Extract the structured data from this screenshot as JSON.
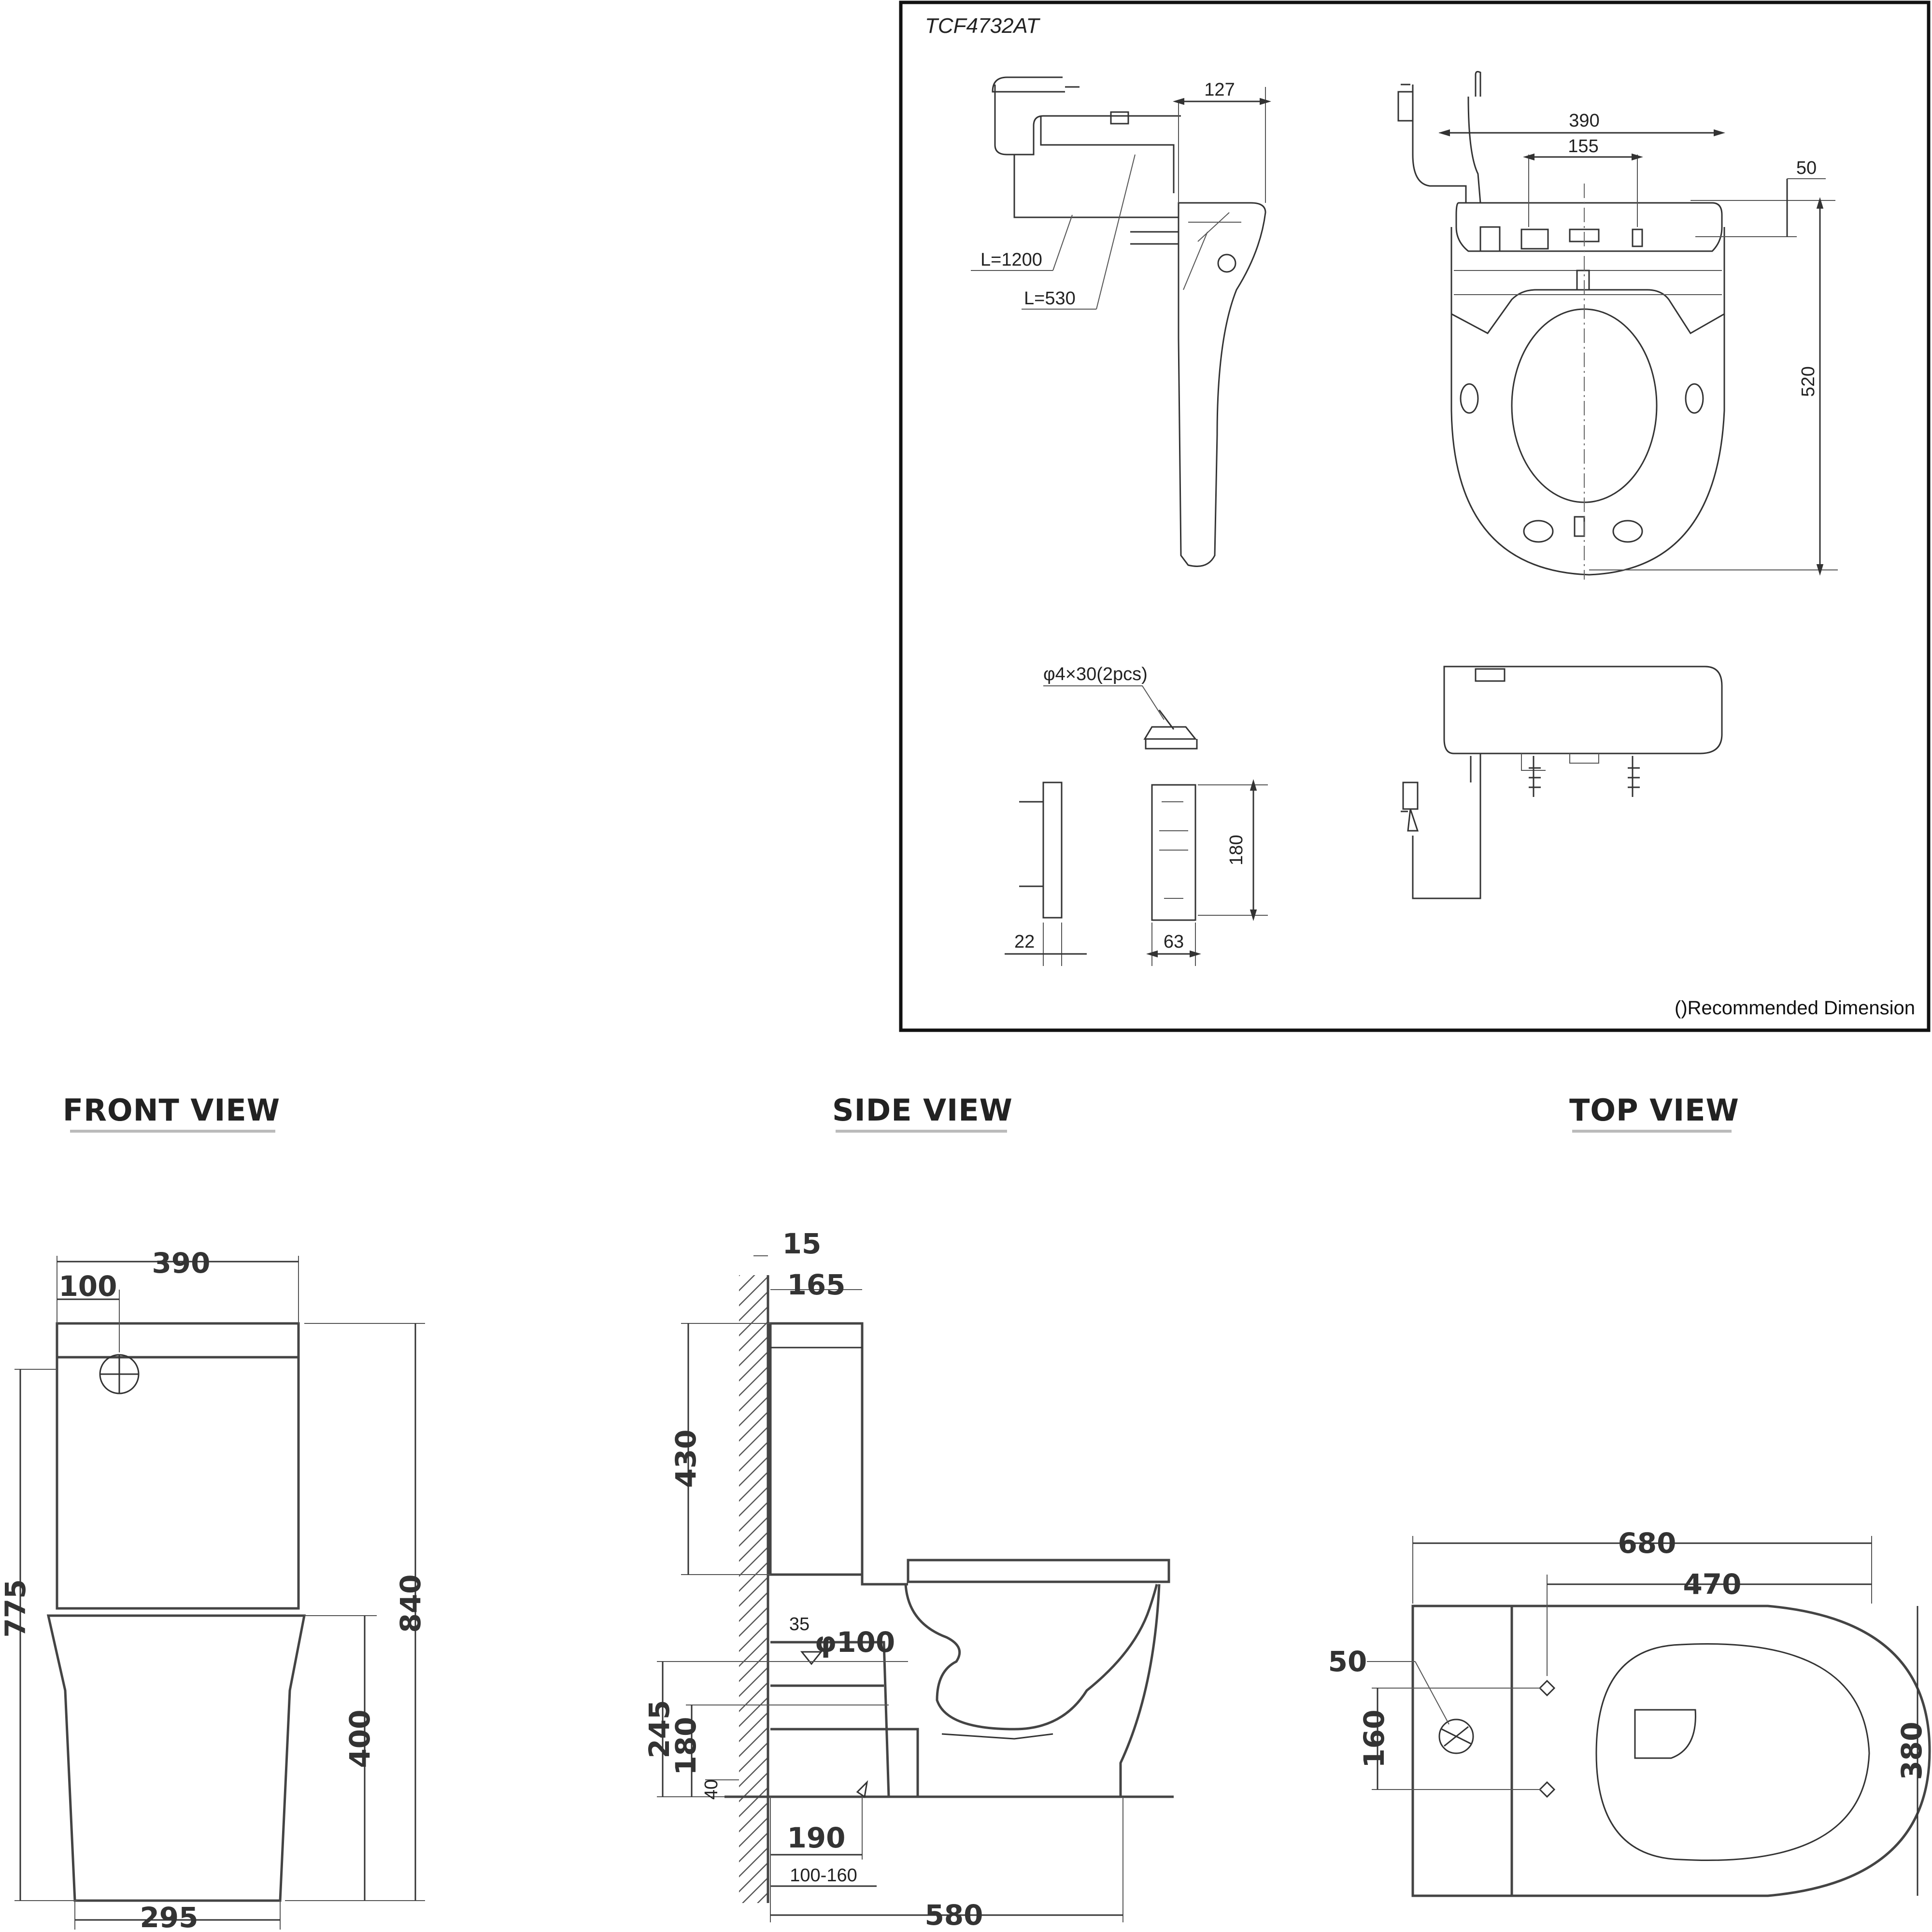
{
  "accessory_panel": {
    "model": "TCF4732AT",
    "note": "()Recommended Dimension",
    "side_view": {
      "depth": "127",
      "cord_long": "L=1200",
      "cord_short": "L=530"
    },
    "top_view": {
      "width": "390",
      "centre_span": "155",
      "offset": "50",
      "length": "520"
    },
    "screw": "φ4×30(2pcs)",
    "bracket": {
      "thickness": "22",
      "width": "63",
      "height": "180"
    }
  },
  "views": {
    "front_title": "FRONT VIEW",
    "side_title": "SIDE VIEW",
    "top_title": "TOP VIEW"
  },
  "front_view": {
    "width": "390",
    "hole_offset": "100",
    "height_left": "775",
    "height_total": "840",
    "pan_height": "400",
    "base_width": "295"
  },
  "side_view": {
    "top_small": "15",
    "cistern_depth": "165",
    "cistern_height": "430",
    "inlet": "φ100",
    "inlet_small": "35",
    "outlet_height": "245",
    "outlet_mid": "180",
    "outlet_low": "40",
    "set_out": "190",
    "set_out_range": "100-160",
    "length": "580"
  },
  "top_view": {
    "length": "680",
    "fix_span": "470",
    "hole": "50",
    "hole_span": "160",
    "width": "380"
  }
}
